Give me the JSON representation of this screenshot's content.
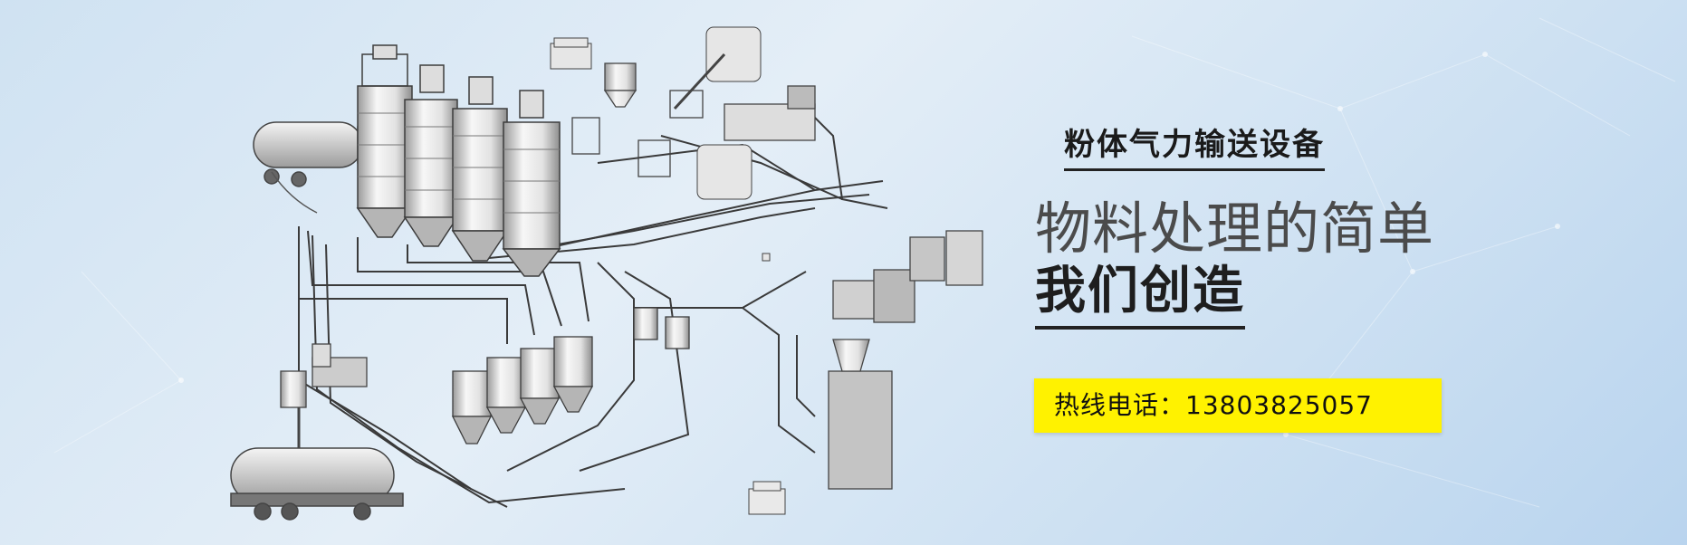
{
  "banner": {
    "title": "粉体气力输送设备",
    "slogan_line1": "物料处理的简单",
    "slogan_line2": "我们创造",
    "hotline": "热线电话：13803825057",
    "colors": {
      "hotline_bg": "#fff200",
      "text_dark": "#1e1e1e",
      "text_gray": "#4b4b4b"
    }
  }
}
